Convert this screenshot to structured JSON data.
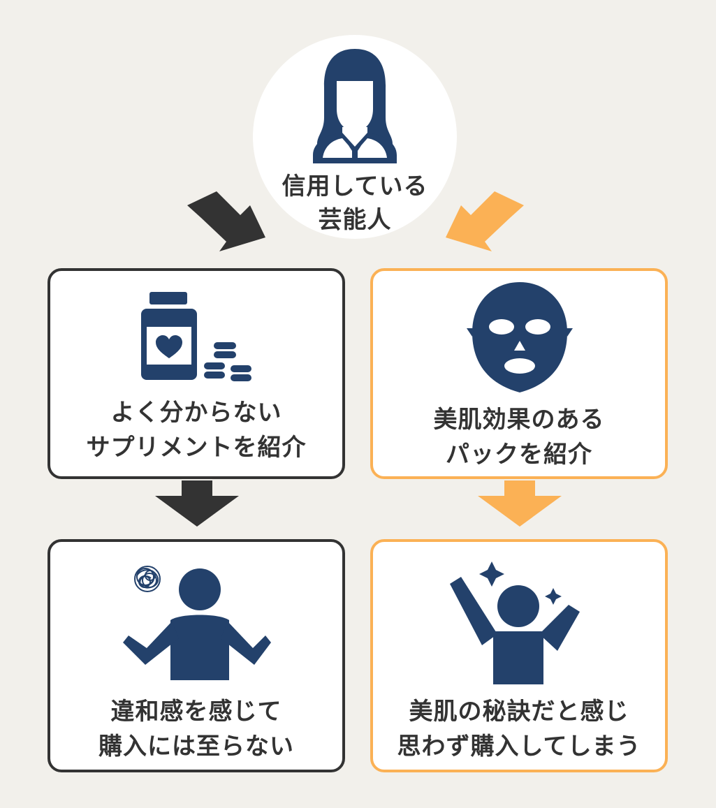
{
  "top": {
    "label_lines": [
      "信用している",
      "芸能人"
    ],
    "icon": "woman-avatar-icon"
  },
  "left_panel": {
    "step1": {
      "label_lines": [
        "よく分からない",
        "サプリメントを紹介"
      ],
      "icon": "supplement-bottle-icon"
    },
    "step2": {
      "label_lines": [
        "違和感を感じて",
        "購入には至らない"
      ],
      "icon": "confused-shrug-person-icon"
    }
  },
  "right_panel": {
    "step1": {
      "label_lines": [
        "美肌効果のある",
        "パックを紹介"
      ],
      "icon": "face-mask-icon"
    },
    "step2": {
      "label_lines": [
        "美肌の秘訣だと感じ",
        "思わず購入してしまう"
      ],
      "icon": "cheering-person-icon"
    }
  },
  "colors": {
    "navy": "#23416b",
    "dark": "#333333",
    "orange": "#fbb155",
    "background": "#f2f0eb"
  }
}
